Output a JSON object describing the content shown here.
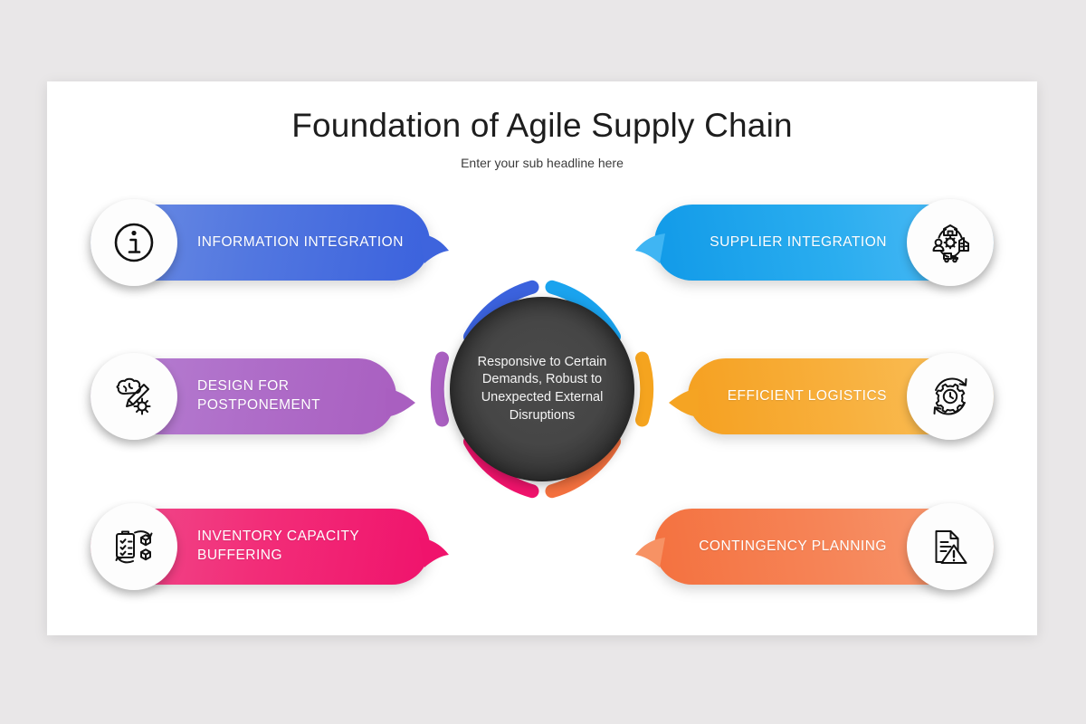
{
  "slide": {
    "title": "Foundation of Agile Supply Chain",
    "subtitle": "Enter your sub headline here",
    "background_color": "#e9e7e8",
    "surface_color": "#ffffff"
  },
  "center": {
    "text": "Responsive to Certain Demands, Robust to Unexpected External Disruptions",
    "hub_color": "#3b3b3b",
    "ring_segments": [
      {
        "name": "information-integration",
        "color": "#3b62dd",
        "position": "top-left"
      },
      {
        "name": "supplier-integration",
        "color": "#1aa3ee",
        "position": "top-right"
      },
      {
        "name": "efficient-logistics",
        "color": "#f5a41f",
        "position": "right"
      },
      {
        "name": "contingency-planning",
        "color": "#f4713f",
        "position": "bottom-right"
      },
      {
        "name": "inventory-capacity-buffering",
        "color": "#f0136c",
        "position": "bottom-left"
      },
      {
        "name": "design-for-postponement",
        "color": "#a95fc0",
        "position": "left"
      }
    ]
  },
  "items": [
    {
      "id": "information-integration",
      "label": "INFORMATION INTEGRATION",
      "side": "left",
      "icon": "info-icon",
      "color_from": "#6f8fe3",
      "color_to": "#3b62dd"
    },
    {
      "id": "design-for-postponement",
      "label": "DESIGN FOR POSTPONEMENT",
      "side": "left",
      "icon": "design-brain-pencil-gear-icon",
      "color_from": "#b681d2",
      "color_to": "#a95fc0"
    },
    {
      "id": "inventory-capacity-buffering",
      "label": "INVENTORY CAPACITY BUFFERING",
      "side": "left",
      "icon": "clipboard-boxes-cycle-icon",
      "color_from": "#ef4f8e",
      "color_to": "#f0136c"
    },
    {
      "id": "supplier-integration",
      "label": "SUPPLIER INTEGRATION",
      "side": "right",
      "icon": "supply-network-icon",
      "color_from": "#53bcf6",
      "color_to": "#119ae8"
    },
    {
      "id": "efficient-logistics",
      "label": "EFFICIENT LOGISTICS",
      "side": "right",
      "icon": "gear-clock-cycle-icon",
      "color_from": "#fac25f",
      "color_to": "#f5a020"
    },
    {
      "id": "contingency-planning",
      "label": "CONTINGENCY PLANNING",
      "side": "right",
      "icon": "document-warning-icon",
      "color_from": "#f89c74",
      "color_to": "#f4713f"
    }
  ]
}
